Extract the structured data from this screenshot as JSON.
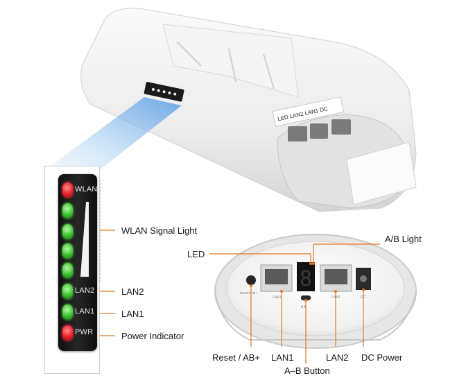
{
  "colors": {
    "accent_orange": "#e87722",
    "led_red": "#e8202a",
    "led_green": "#39c22b",
    "panel_black": "#141414"
  },
  "led_strip": {
    "leds": [
      {
        "color": "red",
        "label": "WLAN"
      },
      {
        "color": "green",
        "label": ""
      },
      {
        "color": "green",
        "label": ""
      },
      {
        "color": "green",
        "label": ""
      },
      {
        "color": "green",
        "label": ""
      },
      {
        "color": "green",
        "label": "LAN2"
      },
      {
        "color": "green",
        "label": "LAN1"
      },
      {
        "color": "red",
        "label": "PWR"
      }
    ]
  },
  "callouts": {
    "wlan_signal": "WLAN Signal Light",
    "lan2": "LAN2",
    "lan1": "LAN1",
    "power": "Power Indicator",
    "led": "LED",
    "ab_light": "A/B Light",
    "reset": "Reset / AB+",
    "bottom_lan1": "LAN1",
    "ab_button": "A–B Button",
    "bottom_lan2": "LAN2",
    "dc_power": "DC Power"
  },
  "port_panel": {
    "digit": "8",
    "small_labels": [
      "RESET/AB+",
      "LAN1",
      "LAN2",
      "DC",
      "A  B"
    ]
  },
  "device_labels": {
    "sticker": "LED  LAN2  LAN1  DC"
  }
}
